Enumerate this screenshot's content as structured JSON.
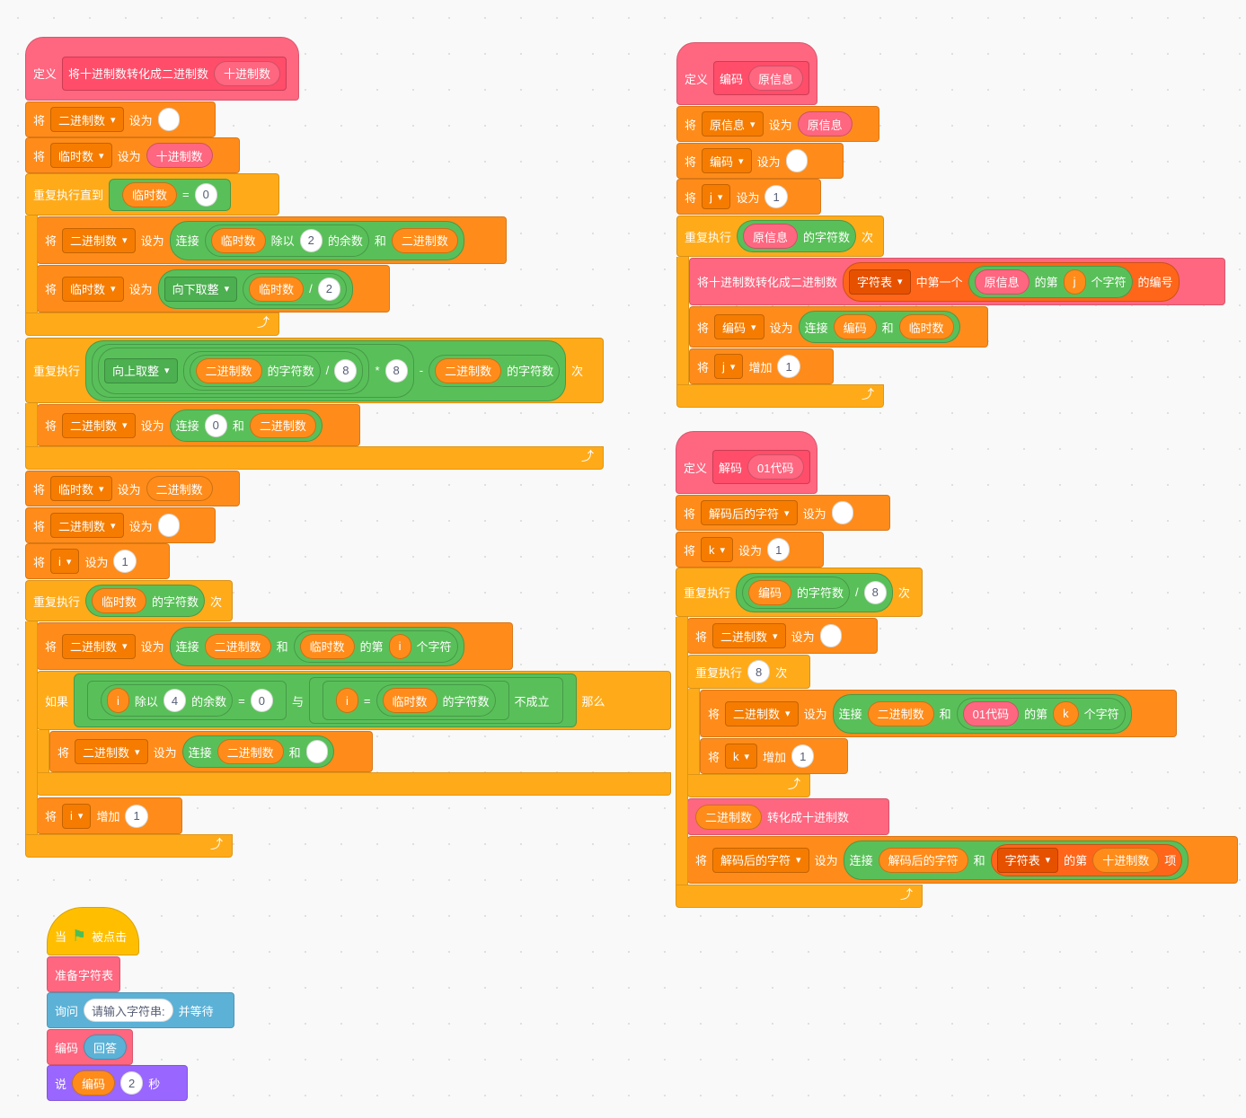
{
  "colors": {
    "events": "#FFBF00",
    "control": "#FFAB19",
    "variables": "#FF8C1A",
    "operators": "#59C059",
    "custom": "#FF6680",
    "sensing": "#5CB1D6",
    "looks": "#9966FF",
    "lists": "#FF661A"
  },
  "loop_arrow": "⤴",
  "blocks": [
    [
      {
        "t": "定义"
      },
      {
        "n": [
          {
            "t": "将十进制数转化成二进制数"
          },
          {
            "r": "十进制数",
            "c": "custom"
          }
        ],
        "c": "customdef",
        "s": "rect"
      }
    ],
    [
      {
        "t": "将"
      },
      {
        "d": "二进制数",
        "c": "var"
      },
      {
        "t": "设为"
      },
      {
        "i": ""
      }
    ],
    [
      {
        "t": "将"
      },
      {
        "d": "临时数",
        "c": "var"
      },
      {
        "t": "设为"
      },
      {
        "r": "十进制数",
        "c": "custom"
      }
    ],
    [
      {
        "t": "重复执行直到"
      },
      {
        "n": [
          {
            "r": "临时数",
            "c": "var"
          },
          {
            "t": "="
          },
          {
            "i": "0"
          }
        ],
        "c": "op",
        "s": "hex"
      }
    ],
    [
      {
        "t": "将"
      },
      {
        "d": "二进制数",
        "c": "var"
      },
      {
        "t": "设为"
      },
      {
        "n": [
          {
            "t": "连接"
          },
          {
            "n": [
              {
                "r": "临时数",
                "c": "var"
              },
              {
                "t": "除以"
              },
              {
                "i": "2"
              },
              {
                "t": "的余数"
              }
            ],
            "c": "op"
          },
          {
            "t": "和"
          },
          {
            "r": "二进制数",
            "c": "var"
          }
        ],
        "c": "op"
      }
    ],
    [
      {
        "t": "将"
      },
      {
        "d": "临时数",
        "c": "var"
      },
      {
        "t": "设为"
      },
      {
        "n": [
          {
            "d": "向下取整",
            "c": "op"
          },
          {
            "n": [
              {
                "r": "临时数",
                "c": "var"
              },
              {
                "t": "/"
              },
              {
                "i": "2"
              }
            ],
            "c": "op"
          }
        ],
        "c": "op"
      }
    ],
    [
      {
        "t": "重复执行"
      },
      {
        "n": [
          {
            "n": [
              {
                "n": [
                  {
                    "d": "向上取整",
                    "c": "op"
                  },
                  {
                    "n": [
                      {
                        "n": [
                          {
                            "r": "二进制数",
                            "c": "var"
                          },
                          {
                            "t": "的字符数"
                          }
                        ],
                        "c": "op"
                      },
                      {
                        "t": "/"
                      },
                      {
                        "i": "8"
                      }
                    ],
                    "c": "op"
                  }
                ],
                "c": "op"
              },
              {
                "t": "*"
              },
              {
                "i": "8"
              }
            ],
            "c": "op"
          },
          {
            "t": "-"
          },
          {
            "n": [
              {
                "r": "二进制数",
                "c": "var"
              },
              {
                "t": "的字符数"
              }
            ],
            "c": "op"
          }
        ],
        "c": "op"
      },
      {
        "t": "次"
      }
    ],
    [
      {
        "t": "将"
      },
      {
        "d": "二进制数",
        "c": "var"
      },
      {
        "t": "设为"
      },
      {
        "n": [
          {
            "t": "连接"
          },
          {
            "i": "0"
          },
          {
            "t": "和"
          },
          {
            "r": "二进制数",
            "c": "var"
          }
        ],
        "c": "op"
      }
    ],
    [
      {
        "t": "将"
      },
      {
        "d": "临时数",
        "c": "var"
      },
      {
        "t": "设为"
      },
      {
        "r": "二进制数",
        "c": "var"
      }
    ],
    [
      {
        "t": "将"
      },
      {
        "d": "二进制数",
        "c": "var"
      },
      {
        "t": "设为"
      },
      {
        "i": ""
      }
    ],
    [
      {
        "t": "将"
      },
      {
        "d": "i",
        "c": "var"
      },
      {
        "t": "设为"
      },
      {
        "i": "1"
      }
    ],
    [
      {
        "t": "重复执行"
      },
      {
        "n": [
          {
            "r": "临时数",
            "c": "var"
          },
          {
            "t": "的字符数"
          }
        ],
        "c": "op"
      },
      {
        "t": "次"
      }
    ],
    [
      {
        "t": "将"
      },
      {
        "d": "二进制数",
        "c": "var"
      },
      {
        "t": "设为"
      },
      {
        "n": [
          {
            "t": "连接"
          },
          {
            "r": "二进制数",
            "c": "var"
          },
          {
            "t": "和"
          },
          {
            "n": [
              {
                "r": "临时数",
                "c": "var"
              },
              {
                "t": "的第"
              },
              {
                "r": "i",
                "c": "var"
              },
              {
                "t": "个字符"
              }
            ],
            "c": "op"
          }
        ],
        "c": "op"
      }
    ],
    [
      {
        "t": "如果"
      },
      {
        "n": [
          {
            "n": [
              {
                "n": [
                  {
                    "r": "i",
                    "c": "var"
                  },
                  {
                    "t": "除以"
                  },
                  {
                    "i": "4"
                  },
                  {
                    "t": "的余数"
                  }
                ],
                "c": "op"
              },
              {
                "t": "="
              },
              {
                "i": "0"
              }
            ],
            "c": "op",
            "s": "hex"
          },
          {
            "t": "与"
          },
          {
            "n": [
              {
                "n": [
                  {
                    "r": "i",
                    "c": "var"
                  },
                  {
                    "t": "="
                  },
                  {
                    "n": [
                      {
                        "r": "临时数",
                        "c": "var"
                      },
                      {
                        "t": "的字符数"
                      }
                    ],
                    "c": "op"
                  }
                ],
                "c": "op",
                "s": "hex"
              },
              {
                "t": "不成立"
              }
            ],
            "c": "op",
            "s": "hex"
          }
        ],
        "c": "op",
        "s": "hex"
      },
      {
        "t": "那么"
      }
    ],
    [
      {
        "t": "将"
      },
      {
        "d": "二进制数",
        "c": "var"
      },
      {
        "t": "设为"
      },
      {
        "n": [
          {
            "t": "连接"
          },
          {
            "r": "二进制数",
            "c": "var"
          },
          {
            "t": "和"
          },
          {
            "i": ""
          }
        ],
        "c": "op"
      }
    ],
    [
      {
        "t": "将"
      },
      {
        "d": "i",
        "c": "var"
      },
      {
        "t": "增加"
      },
      {
        "i": "1"
      }
    ],
    [
      {
        "t": "当"
      },
      {
        "flag": "green-flag"
      },
      {
        "t": "被点击"
      }
    ],
    [
      {
        "t": "准备字符表"
      }
    ],
    [
      {
        "t": "询问"
      },
      {
        "i": "请输入字符串:"
      },
      {
        "t": "并等待"
      }
    ],
    [
      {
        "t": "编码"
      },
      {
        "r": "回答",
        "c": "sens"
      }
    ],
    [
      {
        "t": "说"
      },
      {
        "r": "编码",
        "c": "var"
      },
      {
        "i": "2"
      },
      {
        "t": "秒"
      }
    ],
    [
      {
        "t": "定义"
      },
      {
        "n": [
          {
            "t": "编码"
          },
          {
            "r": "原信息",
            "c": "custom"
          }
        ],
        "c": "customdef",
        "s": "rect"
      }
    ],
    [
      {
        "t": "将"
      },
      {
        "d": "原信息",
        "c": "var"
      },
      {
        "t": "设为"
      },
      {
        "r": "原信息",
        "c": "custom"
      }
    ],
    [
      {
        "t": "将"
      },
      {
        "d": "编码",
        "c": "var"
      },
      {
        "t": "设为"
      },
      {
        "i": ""
      }
    ],
    [
      {
        "t": "将"
      },
      {
        "d": "j",
        "c": "var"
      },
      {
        "t": "设为"
      },
      {
        "i": "1"
      }
    ],
    [
      {
        "t": "重复执行"
      },
      {
        "n": [
          {
            "r": "原信息",
            "c": "custom"
          },
          {
            "t": "的字符数"
          }
        ],
        "c": "op"
      },
      {
        "t": "次"
      }
    ],
    [
      {
        "t": "将十进制数转化成二进制数"
      },
      {
        "n": [
          {
            "d": "字符表",
            "c": "list"
          },
          {
            "t": "中第一个"
          },
          {
            "n": [
              {
                "r": "原信息",
                "c": "custom"
              },
              {
                "t": "的第"
              },
              {
                "r": "j",
                "c": "var"
              },
              {
                "t": "个字符"
              }
            ],
            "c": "op"
          },
          {
            "t": "的编号"
          }
        ],
        "c": "list"
      }
    ],
    [
      {
        "t": "将"
      },
      {
        "d": "编码",
        "c": "var"
      },
      {
        "t": "设为"
      },
      {
        "n": [
          {
            "t": "连接"
          },
          {
            "r": "编码",
            "c": "var"
          },
          {
            "t": "和"
          },
          {
            "r": "临时数",
            "c": "var"
          }
        ],
        "c": "op"
      }
    ],
    [
      {
        "t": "将"
      },
      {
        "d": "j",
        "c": "var"
      },
      {
        "t": "增加"
      },
      {
        "i": "1"
      }
    ],
    [
      {
        "t": "定义"
      },
      {
        "n": [
          {
            "t": "解码"
          },
          {
            "r": "01代码",
            "c": "custom"
          }
        ],
        "c": "customdef",
        "s": "rect"
      }
    ],
    [
      {
        "t": "将"
      },
      {
        "d": "解码后的字符",
        "c": "var"
      },
      {
        "t": "设为"
      },
      {
        "i": ""
      }
    ],
    [
      {
        "t": "将"
      },
      {
        "d": "k",
        "c": "var"
      },
      {
        "t": "设为"
      },
      {
        "i": "1"
      }
    ],
    [
      {
        "t": "重复执行"
      },
      {
        "n": [
          {
            "n": [
              {
                "r": "编码",
                "c": "var"
              },
              {
                "t": "的字符数"
              }
            ],
            "c": "op"
          },
          {
            "t": "/"
          },
          {
            "i": "8"
          }
        ],
        "c": "op"
      },
      {
        "t": "次"
      }
    ],
    [
      {
        "t": "将"
      },
      {
        "d": "二进制数",
        "c": "var"
      },
      {
        "t": "设为"
      },
      {
        "i": ""
      }
    ],
    [
      {
        "t": "重复执行"
      },
      {
        "i": "8"
      },
      {
        "t": "次"
      }
    ],
    [
      {
        "t": "将"
      },
      {
        "d": "二进制数",
        "c": "var"
      },
      {
        "t": "设为"
      },
      {
        "n": [
          {
            "t": "连接"
          },
          {
            "r": "二进制数",
            "c": "var"
          },
          {
            "t": "和"
          },
          {
            "n": [
              {
                "r": "01代码",
                "c": "custom"
              },
              {
                "t": "的第"
              },
              {
                "r": "k",
                "c": "var"
              },
              {
                "t": "个字符"
              }
            ],
            "c": "op"
          }
        ],
        "c": "op"
      }
    ],
    [
      {
        "t": "将"
      },
      {
        "d": "k",
        "c": "var"
      },
      {
        "t": "增加"
      },
      {
        "i": "1"
      }
    ],
    [
      {
        "r": "二进制数",
        "c": "var"
      },
      {
        "t": "转化成十进制数"
      }
    ],
    [
      {
        "t": "将"
      },
      {
        "d": "解码后的字符",
        "c": "var"
      },
      {
        "t": "设为"
      },
      {
        "n": [
          {
            "t": "连接"
          },
          {
            "r": "解码后的字符",
            "c": "var"
          },
          {
            "t": "和"
          },
          {
            "n": [
              {
                "d": "字符表",
                "c": "list"
              },
              {
                "t": "的第"
              },
              {
                "r": "十进制数",
                "c": "var"
              },
              {
                "t": "项"
              }
            ],
            "c": "list"
          }
        ],
        "c": "op"
      }
    ]
  ]
}
